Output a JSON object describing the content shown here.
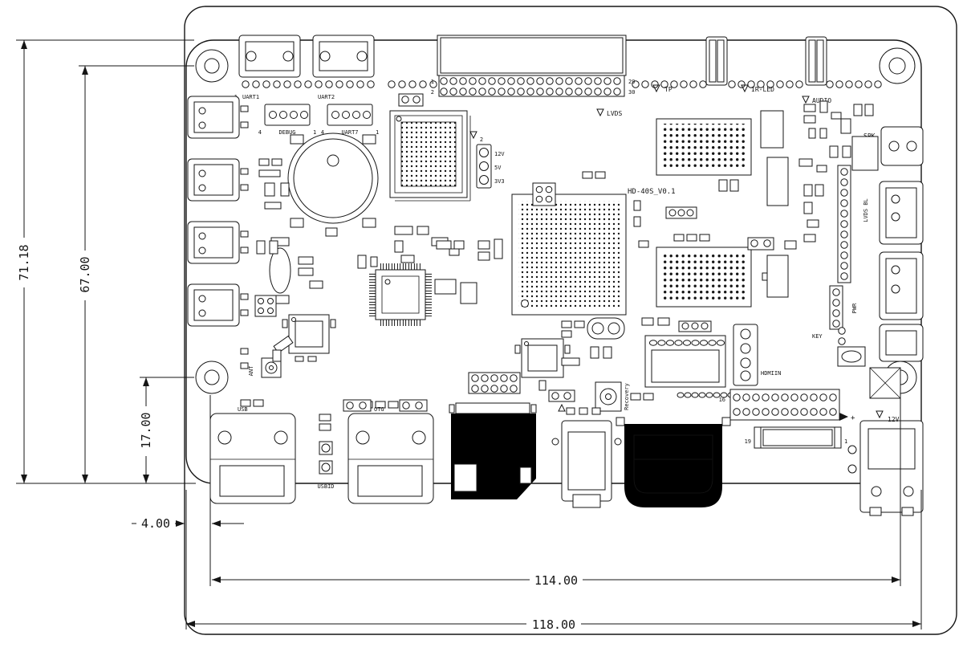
{
  "drawing": {
    "board_name": "HD-40S_V0.1"
  },
  "dims": {
    "total_height": "71.18",
    "hole_to_bottom": "67.00",
    "bottom_hole_offset": "17.00",
    "edge_to_hole": "4.00",
    "hole_span": "114.00",
    "total_width": "118.00"
  },
  "labels": {
    "uart1": "UART1",
    "uart2": "UART2",
    "debug": "DEBUG",
    "uart7": "UART7",
    "lvds": "LVDS",
    "pwr_12v": "12V",
    "pwr_5v": "5V",
    "pwr_3v3": "3V3",
    "tp": "TP",
    "ir_led": "IR-LED",
    "audio": "AUDIO",
    "spk": "SPK",
    "lvds_bl": "LVDS BL",
    "pwr": "PWR",
    "key": "KEY",
    "hdmiin": "HDMIIN",
    "recovery": "Recovery",
    "ant": "ANT",
    "usb": "USB",
    "otg": "OTG",
    "usbid": "USBID",
    "dc_in": "12V",
    "polarity": "+"
  },
  "pins": {
    "lvds_1": "1",
    "lvds_2": "2",
    "lvds_29": "29",
    "lvds_30": "30",
    "debug_4": "4",
    "debug_1": "1",
    "uart7_4": "4",
    "uart7_1": "1",
    "pwr_hdr_2": "2",
    "hdmi_16": "16",
    "hdmi_19": "19",
    "hdmi_1": "1"
  }
}
